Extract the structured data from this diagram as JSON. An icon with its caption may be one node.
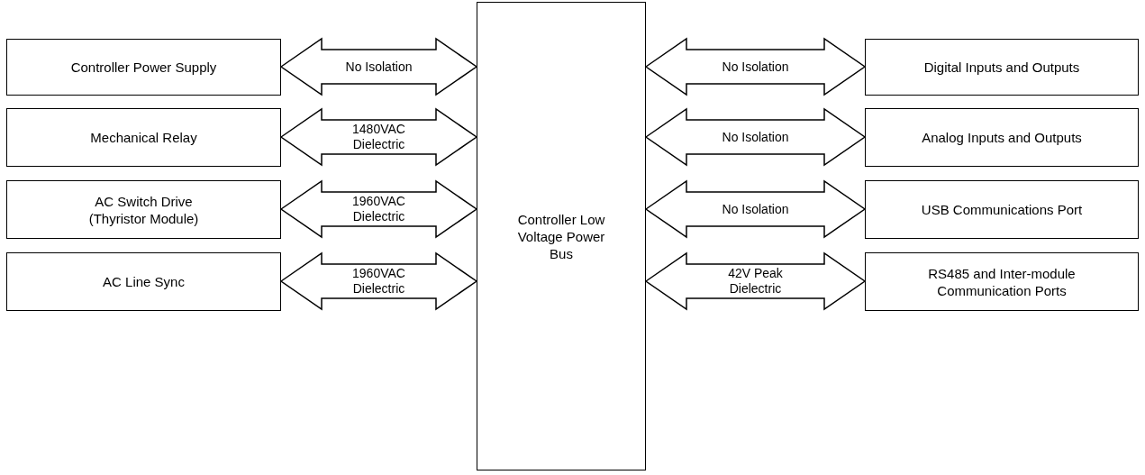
{
  "diagram": {
    "nodes": [
      {
        "text": [
          "Controller Power Supply"
        ]
      },
      {
        "text": [
          "Controller Low Voltage Power Bus"
        ]
      },
      {
        "text": [
          "Digital Inputs and Outputs"
        ]
      },
      {
        "text": [
          "Mechanical Relay"
        ]
      },
      {
        "text": [
          "Analog Inputs and Outputs"
        ]
      },
      {
        "text": [
          "AC Switch Drive (Thyristor Module)"
        ]
      },
      {
        "text": [
          "USB Communications Port"
        ]
      },
      {
        "text": [
          "AC Line Sync"
        ]
      },
      {
        "text": [
          "RS485 and Inter-module Communication Ports"
        ]
      }
    ],
    "edges": [
      {
        "from": 0,
        "to": 1,
        "arrow": "both",
        "label": "No Isolation"
      },
      {
        "from": 1,
        "to": 2,
        "arrow": "both",
        "label": "No Isolation"
      },
      {
        "from": 3,
        "to": 1,
        "arrow": "both",
        "label": "1480VAC Dielectric"
      },
      {
        "from": 1,
        "to": 4,
        "arrow": "both",
        "label": "No Isolation"
      },
      {
        "from": 5,
        "to": 1,
        "arrow": "both",
        "label": "1960VAC Dielectric"
      },
      {
        "from": 1,
        "to": 6,
        "arrow": "both",
        "label": "No Isolation"
      },
      {
        "from": 7,
        "to": 1,
        "arrow": "both",
        "label": "1960VAC Dielectric"
      },
      {
        "from": 1,
        "to": 8,
        "arrow": "both",
        "label": "42V Peak Dielectric"
      }
    ]
  }
}
